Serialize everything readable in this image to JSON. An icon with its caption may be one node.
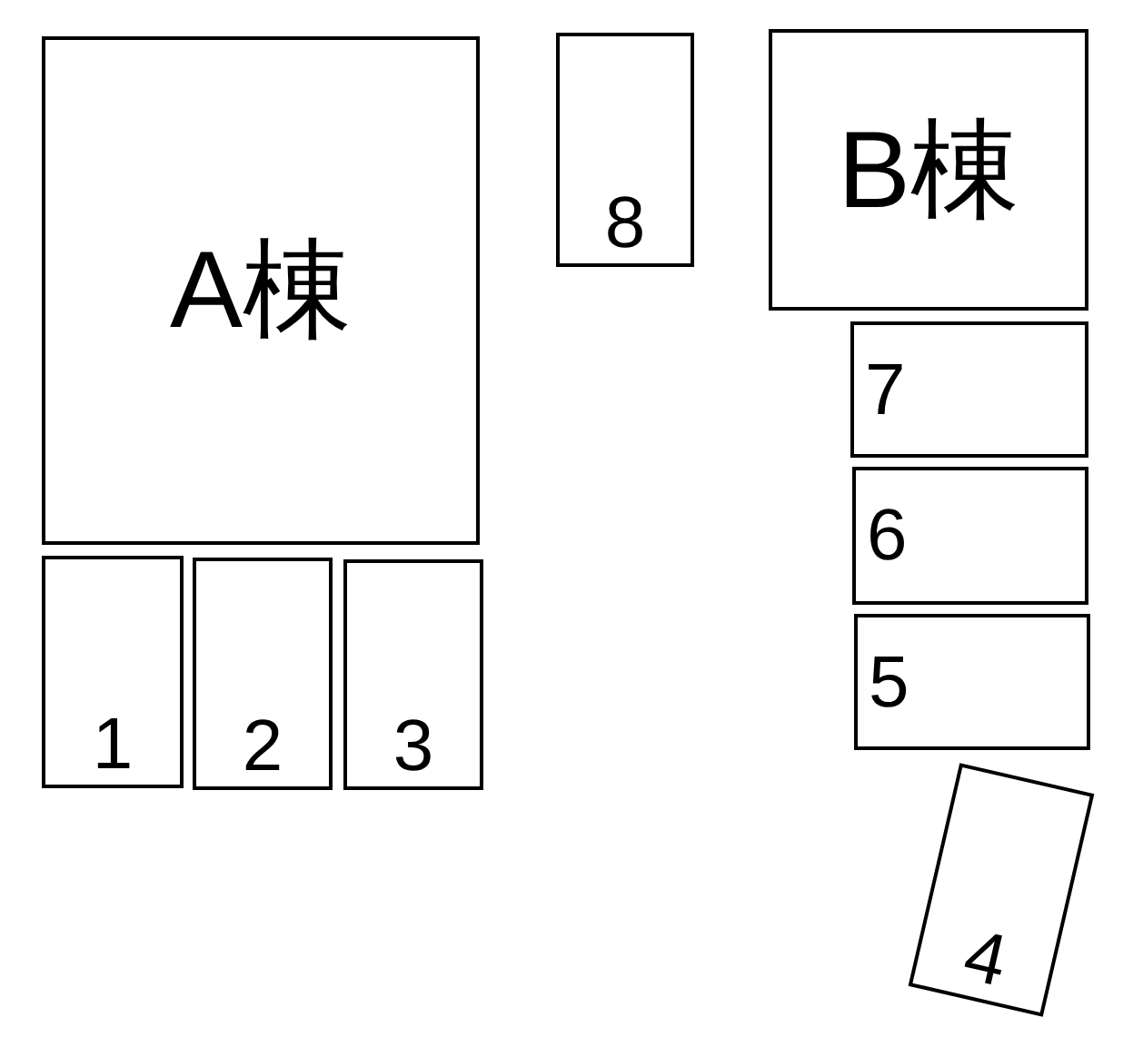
{
  "diagram": {
    "nodes": [
      {
        "text": [
          "A棟"
        ]
      },
      {
        "text": [
          "8"
        ]
      },
      {
        "text": [
          "B棟"
        ]
      },
      {
        "text": [
          "7"
        ]
      },
      {
        "text": [
          "6"
        ]
      },
      {
        "text": [
          "1"
        ]
      },
      {
        "text": [
          "2"
        ]
      },
      {
        "text": [
          "3"
        ]
      },
      {
        "text": [
          "5"
        ]
      },
      {
        "text": [
          "4"
        ]
      }
    ]
  }
}
